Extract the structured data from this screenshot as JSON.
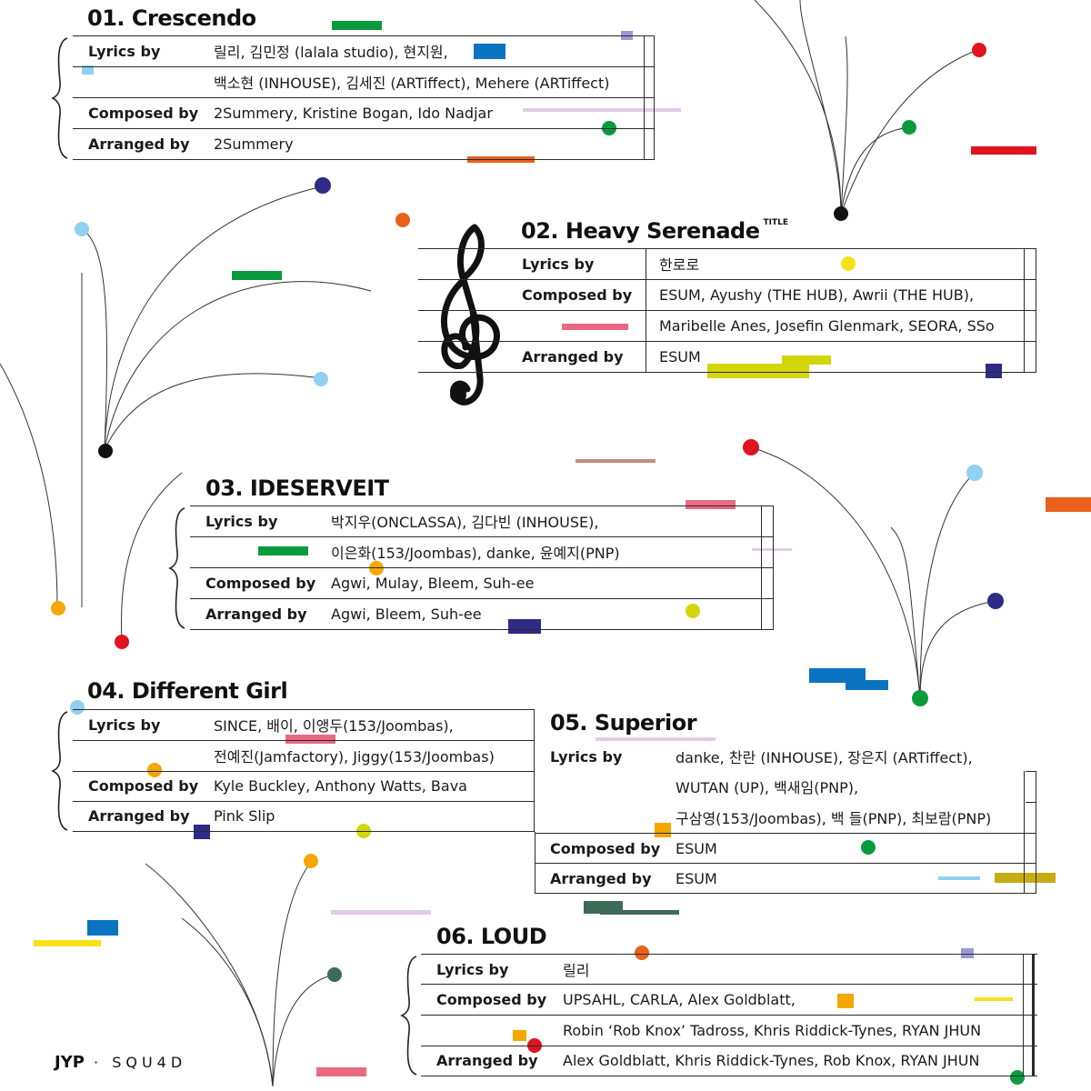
{
  "colors": {
    "ink": "#1a1a1a",
    "green": "#0a9a3e",
    "blue": "#0a74c0",
    "red": "#e0141e",
    "orange": "#e8601c",
    "yellow": "#f7e11a",
    "lime": "#d4d60c",
    "navy": "#2e2a86",
    "pink": "#e86a80",
    "lilac": "#e0cce6",
    "lightblue": "#90d0f0",
    "periwinkle": "#9c98d4",
    "teal": "#3e6a58",
    "amber": "#f5a700",
    "olive": "#c4ae14",
    "brown": "#c48a7c"
  },
  "tracks": [
    {
      "title": "01. Crescendo",
      "rows": [
        {
          "label": "Lyrics by",
          "value": "릴리, 김민정 (lalala studio), 현지원,"
        },
        {
          "label": "",
          "value": "백소현 (INHOUSE), 김세진 (ARTiffect), Mehere (ARTiffect)"
        },
        {
          "label": "Composed by",
          "value": "2Summery, Kristine Bogan, Ido Nadjar"
        },
        {
          "label": "Arranged by",
          "value": "2Summery"
        }
      ]
    },
    {
      "title": "02. Heavy Serenade",
      "tag": "TITLE",
      "rows": [
        {
          "label": "Lyrics by",
          "value": "한로로"
        },
        {
          "label": "Composed by",
          "value": "ESUM, Ayushy (THE HUB), Awrii (THE HUB),"
        },
        {
          "label": "",
          "value": "Maribelle Anes, Josefin Glenmark, SEORA, SSo"
        },
        {
          "label": "Arranged by",
          "value": "ESUM"
        }
      ]
    },
    {
      "title": "03. IDESERVEIT",
      "rows": [
        {
          "label": "Lyrics by",
          "value": "박지우(ONCLASSA), 김다빈 (INHOUSE),"
        },
        {
          "label": "",
          "value": "이은화(153/Joombas), danke, 윤예지(PNP)"
        },
        {
          "label": "Composed by",
          "value": "Agwi, Mulay, Bleem, Suh-ee"
        },
        {
          "label": "Arranged by",
          "value": "Agwi, Bleem, Suh-ee"
        }
      ]
    },
    {
      "title": "04. Different Girl",
      "rows": [
        {
          "label": "Lyrics by",
          "value": "SINCE, 배이, 이앵두(153/Joombas),"
        },
        {
          "label": "",
          "value": "전예진(Jamfactory), Jiggy(153/Joombas)"
        },
        {
          "label": "Composed by",
          "value": "Kyle Buckley, Anthony Watts, Bava"
        },
        {
          "label": "Arranged by",
          "value": "Pink Slip"
        }
      ]
    },
    {
      "title": "05. Superior",
      "rows": [
        {
          "label": "Lyrics by",
          "value": "danke, 찬란 (INHOUSE), 장은지 (ARTiffect),"
        },
        {
          "label": "",
          "value": "WUTAN (UP), 백새임(PNP),"
        },
        {
          "label": "",
          "value": "구삼영(153/Joombas), 백 들(PNP), 최보람(PNP)"
        },
        {
          "label": "Composed by",
          "value": "ESUM"
        },
        {
          "label": "Arranged by",
          "value": "ESUM"
        }
      ]
    },
    {
      "title": "06. LOUD",
      "rows": [
        {
          "label": "Lyrics by",
          "value": "릴리"
        },
        {
          "label": "Composed by",
          "value": "UPSAHL, CARLA, Alex Goldblatt,"
        },
        {
          "label": "",
          "value": "Robin ‘Rob Knox’ Tadross, Khris Riddick-Tynes, RYAN JHUN"
        },
        {
          "label": "Arranged by",
          "value": "Alex Goldblatt, Khris Riddick-Tynes, Rob Knox, RYAN JHUN"
        }
      ]
    }
  ],
  "footer": {
    "brand": "JYP",
    "separator": "·",
    "label": "SQU4D"
  },
  "decor": {
    "clef": "treble-clef-icon"
  }
}
